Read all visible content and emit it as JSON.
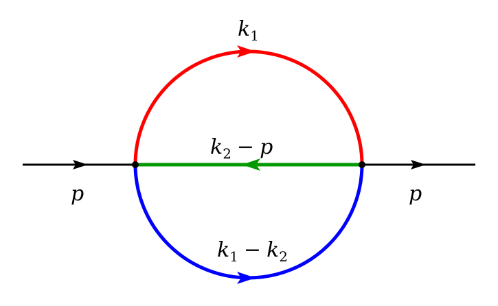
{
  "diagram": {
    "type": "feynman-sunset",
    "colors": {
      "external": "#000000",
      "top_arc": "#ff0000",
      "bottom_arc": "#0000ff",
      "middle_line": "#009900",
      "vertex": "#000000"
    },
    "labels": {
      "top": {
        "base": "k",
        "sub": "1"
      },
      "middle": {
        "base": "k",
        "sub": "2",
        "op": "−",
        "tail": "p"
      },
      "bottom": {
        "base": "k",
        "sub": "1",
        "op": "−",
        "base2": "k",
        "sub2": "2"
      },
      "left": "p",
      "right": "p"
    },
    "arrows": {
      "left": "right",
      "right": "right",
      "top": "right",
      "middle": "left",
      "bottom": "right"
    }
  }
}
